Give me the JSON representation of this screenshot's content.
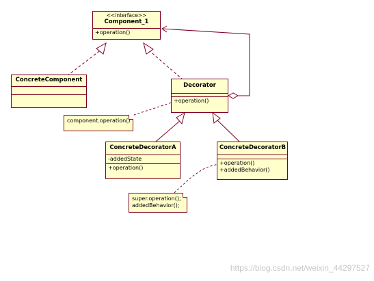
{
  "diagram": {
    "component": {
      "stereotype": "<<interface>>",
      "name": "Component_1",
      "operations": [
        "+operation()"
      ]
    },
    "concrete_component": {
      "name": "ConcreteComponent"
    },
    "decorator": {
      "name": "Decorator",
      "operations": [
        "+operation()"
      ]
    },
    "concrete_decorator_a": {
      "name": "ConcreteDecoratorA",
      "attributes": [
        "-addedState"
      ],
      "operations": [
        "+operation()"
      ]
    },
    "concrete_decorator_b": {
      "name": "ConcreteDecoratorB",
      "operations": [
        "+operation()",
        "+addedBehavior()"
      ]
    },
    "note_decorator": {
      "lines": [
        "component.operation()"
      ]
    },
    "note_decorator_b": {
      "lines": [
        "super.operation();",
        "addedBehavior();"
      ]
    }
  },
  "colors": {
    "class_fill": "#ffffcc",
    "border": "#7f0022",
    "watermark": "#c8c8c8"
  },
  "watermark": "https://blog.csdn.net/weixin_44297527"
}
